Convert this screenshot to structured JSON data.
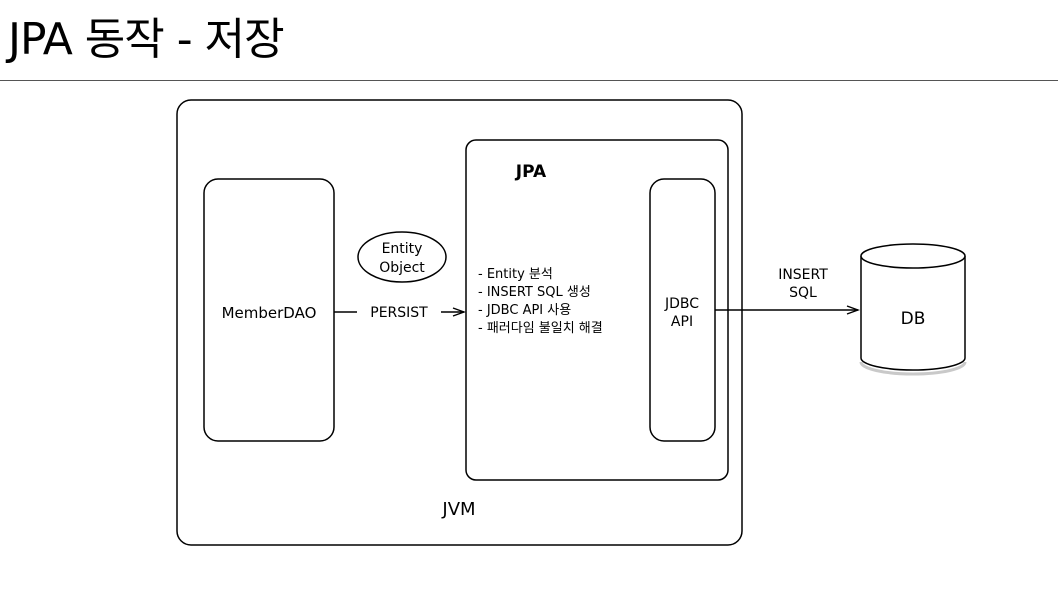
{
  "title": "JPA 동작 - 저장",
  "diagram": {
    "jvm_label": "JVM",
    "jpa_label": "JPA",
    "member_dao_label": "MemberDAO",
    "entity_object_line1": "Entity",
    "entity_object_line2": "Object",
    "persist_label": "PERSIST",
    "jpa_items": [
      "- Entity 분석",
      "- INSERT SQL 생성",
      "- JDBC API 사용",
      "- 패러다임 불일치 해결"
    ],
    "jdbc_api_line1": "JDBC",
    "jdbc_api_line2": "API",
    "insert_sql_line1": "INSERT",
    "insert_sql_line2": "SQL",
    "db_label": "DB"
  }
}
